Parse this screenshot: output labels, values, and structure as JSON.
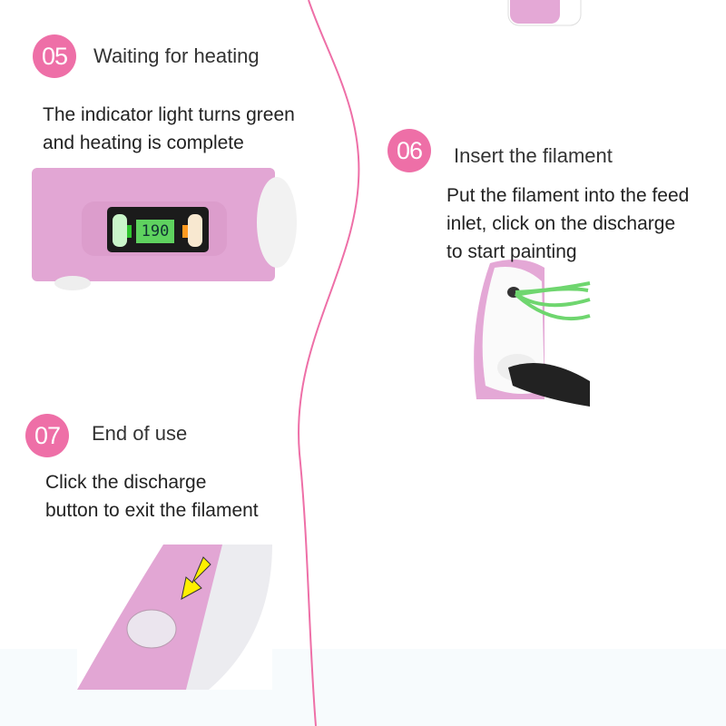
{
  "steps": [
    {
      "number": "05",
      "title": "Waiting for heating",
      "description": [
        "The indicator light turns green",
        "and heating is complete"
      ],
      "display_reading": "190"
    },
    {
      "number": "06",
      "title": "Insert the filament",
      "description": [
        "Put the filament into the feed",
        "inlet, click on the discharge",
        "to start painting"
      ]
    },
    {
      "number": "07",
      "title": "End of use",
      "description": [
        "Click the discharge",
        "button to exit the filament"
      ]
    }
  ],
  "colors": {
    "badge": "#ee6fa7",
    "pen_body": "#e4a8d6",
    "divider": "#ee6fa7"
  }
}
